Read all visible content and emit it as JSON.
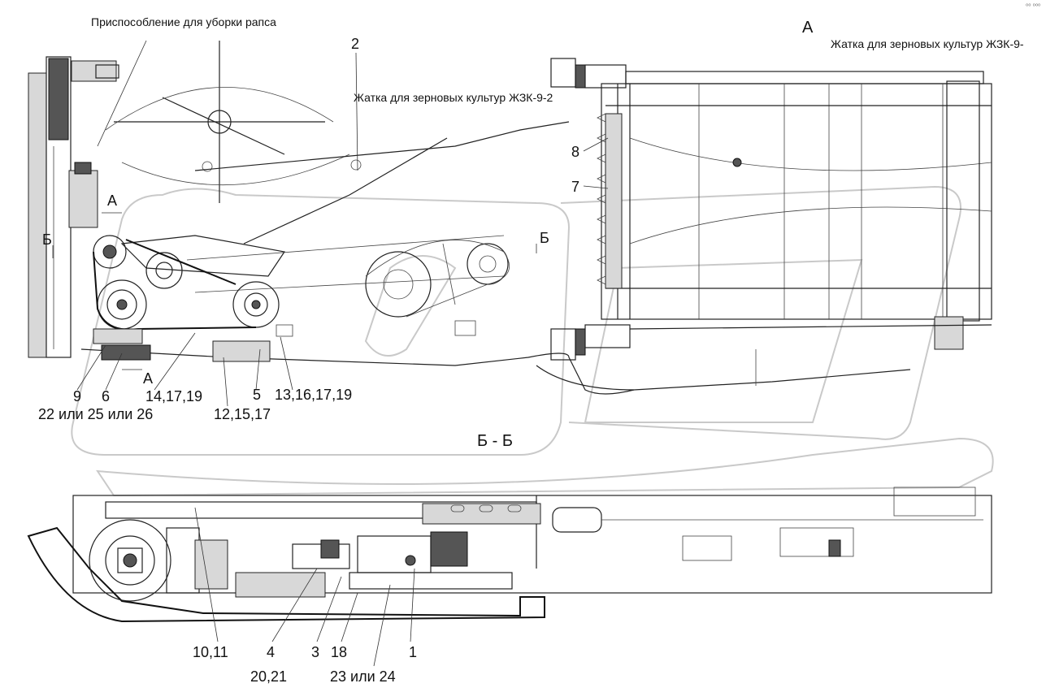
{
  "captions": {
    "rapeseed_attachment": "Приспособление для уборки рапса",
    "header_left": "Жатка для зерновых культур ЖЗК-9-2",
    "header_right": "Жатка для зерновых культур ЖЗК-9-",
    "view_a": "А",
    "section_title": "Б - Б",
    "corner_mark": "⁰⁰ ⁰⁰⁰"
  },
  "section_marks": {
    "a_upper": "А",
    "a_lower": "А",
    "b_left": "Б",
    "b_right": "Б"
  },
  "callouts_top": {
    "c2": "2",
    "c8": "8",
    "c7": "7",
    "c9": "9",
    "c6": "6",
    "c14": "14,17,19",
    "c5": "5",
    "c13": "13,16,17,19",
    "c22": "22 или 25 или 26",
    "c12": "12,15,17"
  },
  "callouts_bottom": {
    "c10": "10,11",
    "c4": "4",
    "c3": "3",
    "c18": "18",
    "c1": "1",
    "c20": "20,21",
    "c23": "23 или 24"
  }
}
